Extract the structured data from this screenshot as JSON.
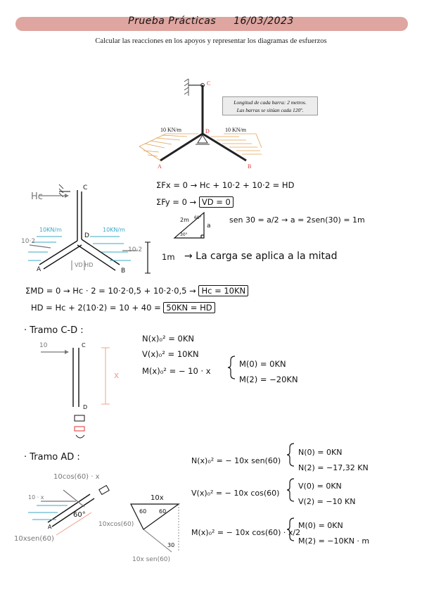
{
  "header": {
    "title_left": "Prueba Prácticas",
    "date": "16/03/2023",
    "subtitle": "Calcular las reacciones en los apoyos y representar los diagramas de esfuerzos"
  },
  "figure": {
    "note_line1": "Longitud de cada barra: 2 metros.",
    "note_line2": "Las barras se sitúan cada 120º.",
    "load_left": "10 KN/m",
    "load_right": "10 KN/m",
    "node_c": "C",
    "node_d": "D",
    "node_a": "A",
    "node_b": "B"
  },
  "sketch1": {
    "hc": "Hc",
    "c": "C",
    "d": "D",
    "a": "A",
    "b": "B",
    "load_left": "10KN/m",
    "load_right": "10KN/m",
    "force_left": "10·2",
    "force_right": "10·2",
    "vd_hd": "VD  HD"
  },
  "equations": {
    "sum_fx": "ΣFx = 0 → Hc + 10·2 + 10·2 = HD",
    "sum_fy_prefix": "ΣFy = 0 →",
    "sum_fy_result": "VD = 0",
    "tri_2m": "2m",
    "tri_60": "60°",
    "tri_30": "30°",
    "tri_a": "a",
    "sen_eq": "sen 30 = a/2 → a = 2sen(30) = 1m",
    "one_m": "1m",
    "carga": "→ La carga se aplica a la mitad",
    "sum_md_prefix": "ΣMD = 0 → Hc · 2 = 10·2·0,5 + 10·2·0,5 →",
    "sum_md_result": "Hc = 10KN",
    "hd_prefix": "HD = Hc + 2(10·2) = 10 + 40 =",
    "hd_result": "50KN = HD"
  },
  "tramo_cd": {
    "heading": "· Tramo  C-D :",
    "force": "10",
    "c": "C",
    "d": "D",
    "x": "x",
    "n": "N(x)₀² = 0KN",
    "v": "V(x)₀² = 10KN",
    "m": "M(x)₀² = − 10 · x",
    "m0": "M(0) = 0KN",
    "m2": "M(2) = −20KN"
  },
  "tramo_ad": {
    "heading": "· Tramo  AD :",
    "cos_label": "10cos(60) · x",
    "force": "10 · x",
    "sen_label": "10xsen(60)",
    "angle": "60°",
    "a": "A",
    "tri_top": "10x",
    "tri_60a": "60",
    "tri_60b": "60",
    "tri_30": "30",
    "tri_cos": "10xcos(60)",
    "tri_sen": "10x sen(60)",
    "n": "N(x)₀² = − 10x sen(60)",
    "n0": "N(0) = 0KN",
    "n2": "N(2) = −17,32 KN",
    "v": "V(x)₀² = − 10x cos(60)",
    "v0": "V(0) = 0KN",
    "v2": "V(2) = −10 KN",
    "m": "M(x)₀² = − 10x cos(60) · x/2",
    "m0": "M(0) = 0KN",
    "m2": "M(2) = −10KN · m"
  }
}
